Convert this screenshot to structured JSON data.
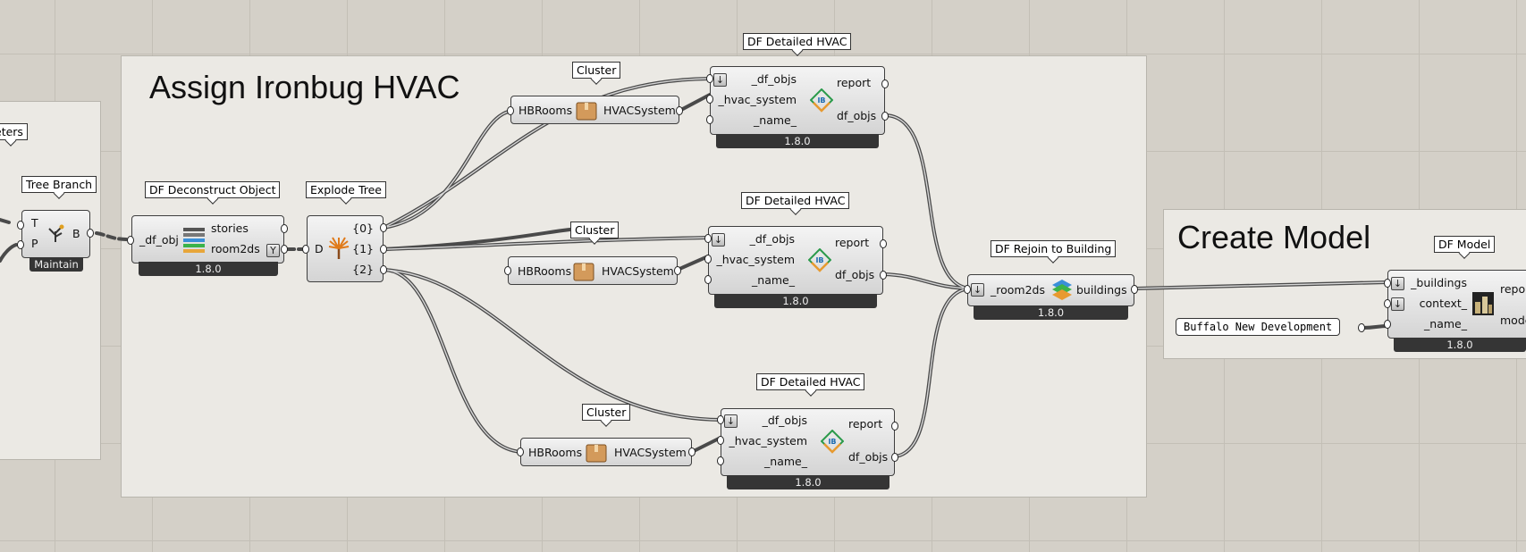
{
  "groups": {
    "left_partial": {
      "label": "eters"
    },
    "assign": {
      "title": "Assign Ironbug HVAC"
    },
    "create": {
      "title": "Create Model"
    }
  },
  "tree_branch": {
    "tag": "Tree Branch",
    "inputs": [
      "T",
      "P"
    ],
    "output": "B",
    "footer": "Maintain",
    "icon": "tree-branch-icon"
  },
  "deconstruct": {
    "tag": "DF Deconstruct Object",
    "input": "_df_obj",
    "outputs": [
      "stories",
      "room2ds"
    ],
    "version": "1.8.0",
    "icon": "deconstruct-stack-icon"
  },
  "explode": {
    "tag": "Explode Tree",
    "input": "D",
    "outputs": [
      "{0}",
      "{1}",
      "{2}"
    ],
    "icon": "explode-tree-icon"
  },
  "clusters": [
    {
      "tag": "Cluster",
      "input": "HBRooms",
      "output": "HVACSystem",
      "icon": "box-icon"
    },
    {
      "tag": "Cluster",
      "input": "HBRooms",
      "output": "HVACSystem",
      "icon": "box-icon"
    },
    {
      "tag": "Cluster",
      "input": "HBRooms",
      "output": "HVACSystem",
      "icon": "box-icon"
    }
  ],
  "hvac": [
    {
      "tag": "DF Detailed HVAC",
      "inputs": [
        "_df_objs",
        "_hvac_system",
        "_name_"
      ],
      "outputs": [
        "report",
        "df_objs"
      ],
      "version": "1.8.0",
      "icon": "ironbug-icon"
    },
    {
      "tag": "DF Detailed HVAC",
      "inputs": [
        "_df_objs",
        "_hvac_system",
        "_name_"
      ],
      "outputs": [
        "report",
        "df_objs"
      ],
      "version": "1.8.0",
      "icon": "ironbug-icon"
    },
    {
      "tag": "DF Detailed HVAC",
      "inputs": [
        "_df_objs",
        "_hvac_system",
        "_name_"
      ],
      "outputs": [
        "report",
        "df_objs"
      ],
      "version": "1.8.0",
      "icon": "ironbug-icon"
    }
  ],
  "rejoin": {
    "tag": "DF Rejoin to Building",
    "input": "_room2ds",
    "output": "buildings",
    "version": "1.8.0",
    "icon": "layered-building-icon"
  },
  "model": {
    "tag": "DF Model",
    "inputs": [
      "_buildings",
      "context_",
      "_name_"
    ],
    "outputs": [
      "report",
      "model"
    ],
    "version": "1.8.0",
    "icon": "city-model-icon"
  },
  "panel": {
    "text": "Buffalo New Development"
  },
  "colors": {
    "canvas": "#d4d0c8",
    "group": "#ebe9e4",
    "wire": "#444444",
    "version_bar": "#353535"
  }
}
